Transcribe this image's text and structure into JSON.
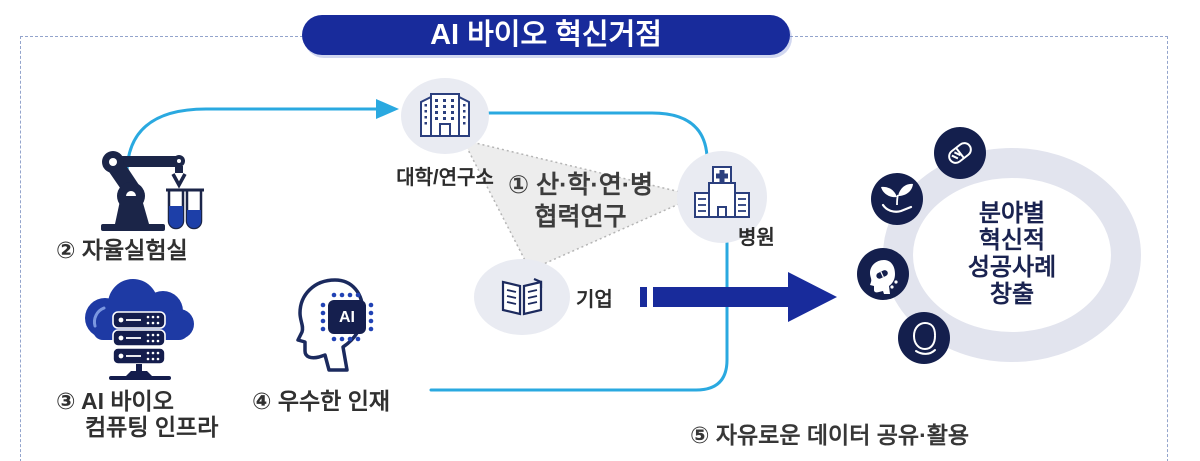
{
  "title": "AI 바이오 혁신거점",
  "network": {
    "collab_line1": "① 산·학·연·병",
    "collab_line2": "협력연구",
    "university": "대학/연구소",
    "hospital": "병원",
    "company": "기업"
  },
  "inputs": {
    "lab": "② 자율실험실",
    "infra_line1": "③ AI 바이오",
    "infra_line2": "컴퓨팅 인프라",
    "talent": "④ 우수한 인재"
  },
  "ai_chip_label": "AI",
  "outcome": {
    "line1": "분야별",
    "line2": "혁신적",
    "line3": "성공사례",
    "line4": "창출"
  },
  "bottom_note": "⑤ 자유로운 데이터 공유·활용",
  "icons": {
    "robot_arm": "robot-arm-icon",
    "cloud_server": "cloud-server-icon",
    "ai_head": "ai-head-icon",
    "university_building": "university-building-icon",
    "hospital_building": "hospital-icon",
    "company_ledger": "company-ledger-icon",
    "capsule": "capsule-icon",
    "sprout_hand": "sprout-hand-icon",
    "pill_head": "pill-head-icon",
    "face_care": "face-care-icon"
  },
  "colors": {
    "primary_blue": "#182b9b",
    "icon_navy": "#1b2548",
    "badge_navy": "#141f4d",
    "cyan_line": "#2aa9e0",
    "node_fill": "#e9ebf2",
    "ring_fill": "#e2e4ee",
    "triangle_fill": "#ededed",
    "text_dark": "#303030",
    "ring_text": "#1a2350"
  }
}
